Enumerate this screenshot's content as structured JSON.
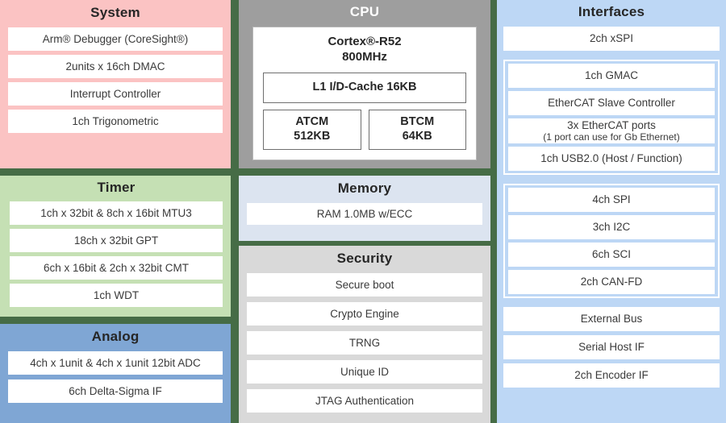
{
  "meta": {
    "background_color": "#466C46"
  },
  "panels": {
    "system": {
      "title": "System",
      "color": "#FBC3C3",
      "items": [
        "Arm® Debugger (CoreSight®)",
        "2units x 16ch DMAC",
        "Interrupt Controller",
        "1ch Trigonometric"
      ]
    },
    "timer": {
      "title": "Timer",
      "color": "#C5E0B4",
      "items": [
        "1ch x 32bit & 8ch x 16bit MTU3",
        "18ch x 32bit GPT",
        "6ch x 16bit & 2ch x 32bit CMT",
        "1ch WDT"
      ]
    },
    "analog": {
      "title": "Analog",
      "color": "#7FA6D4",
      "items": [
        "4ch x 1unit & 4ch x 1unit 12bit ADC",
        "6ch Delta-Sigma IF"
      ]
    },
    "cpu": {
      "title": "CPU",
      "color": "#9E9E9E",
      "core_name": "Cortex®-R52",
      "core_freq": "800MHz",
      "cache": "L1 I/D-Cache 16KB",
      "tcm": [
        {
          "name": "ATCM",
          "size": "512KB"
        },
        {
          "name": "BTCM",
          "size": "64KB"
        }
      ]
    },
    "memory": {
      "title": "Memory",
      "color": "#DCE4F0",
      "items": [
        "RAM 1.0MB w/ECC"
      ]
    },
    "security": {
      "title": "Security",
      "color": "#D9D9D9",
      "items": [
        "Secure boot",
        "Crypto Engine",
        "TRNG",
        "Unique ID",
        "JTAG Authentication"
      ]
    },
    "interfaces": {
      "title": "Interfaces",
      "color": "#BDD7F5",
      "top_item": "2ch xSPI",
      "group_network": [
        {
          "label": "1ch GMAC",
          "sub": ""
        },
        {
          "label": "EtherCAT Slave Controller",
          "sub": ""
        },
        {
          "label": "3x EtherCAT ports",
          "sub": "(1 port can use for Gb Ethernet)"
        },
        {
          "label": "1ch USB2.0 (Host / Function)",
          "sub": ""
        }
      ],
      "group_serial": [
        "4ch SPI",
        "3ch I2C",
        "6ch SCI",
        "2ch CAN-FD"
      ],
      "bottom_items": [
        "External Bus",
        "Serial Host IF",
        "2ch Encoder IF"
      ]
    }
  }
}
